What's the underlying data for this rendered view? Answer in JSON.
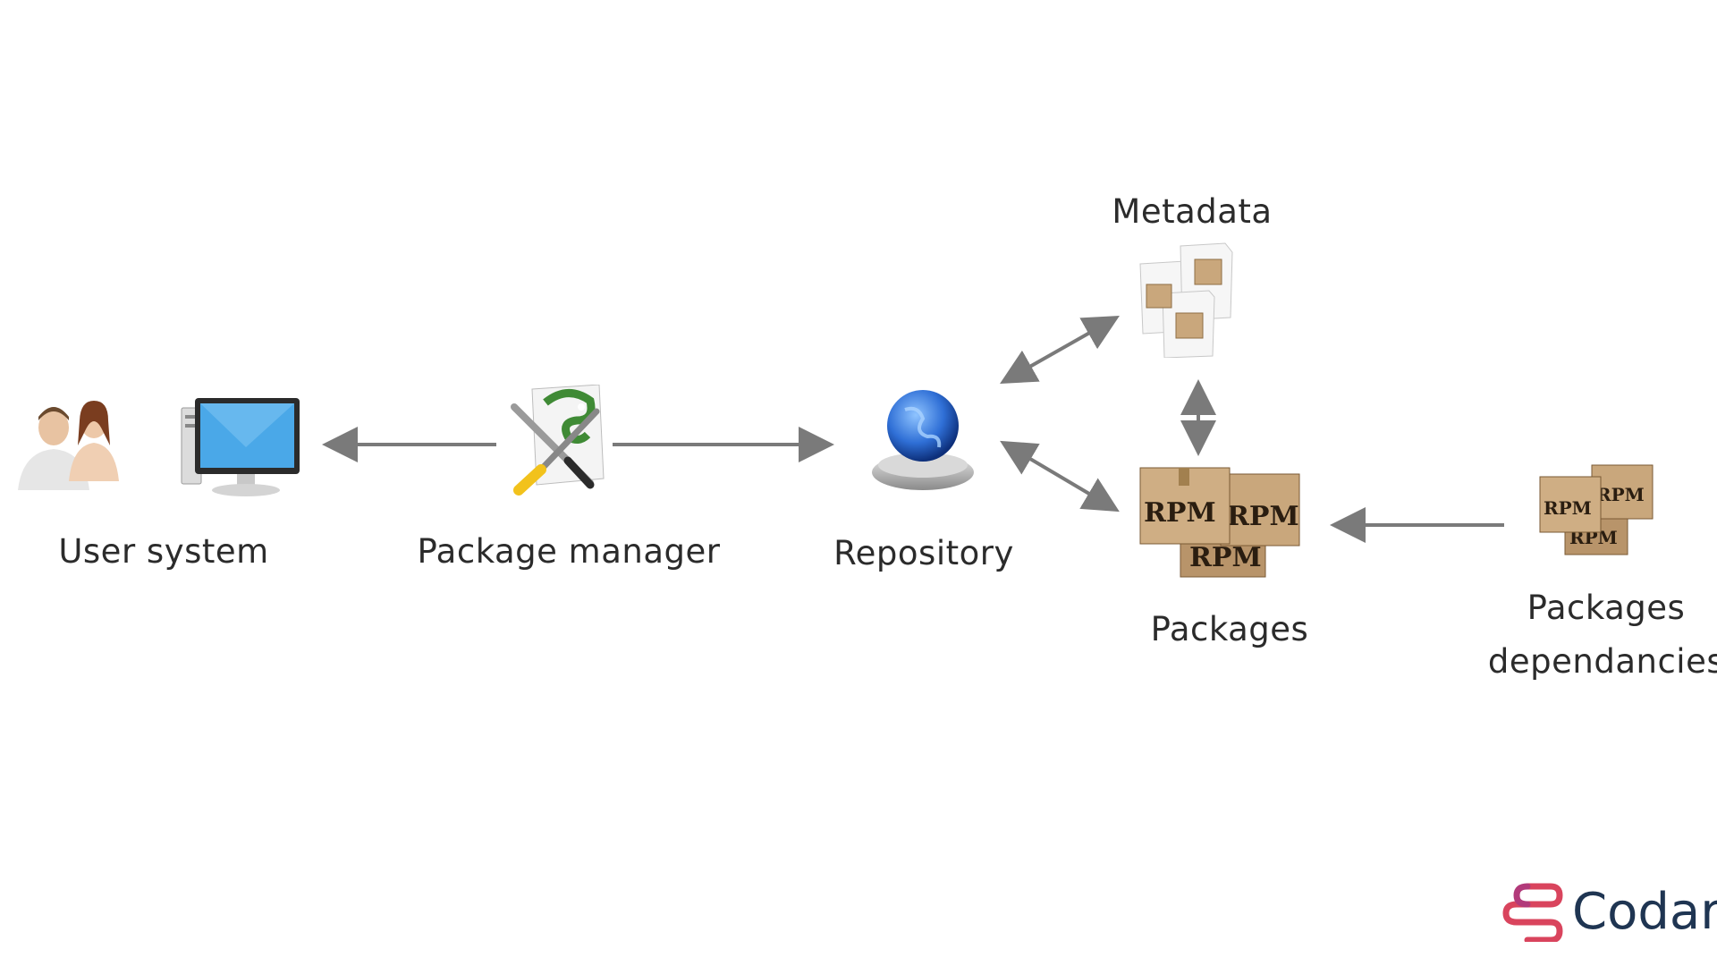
{
  "nodes": {
    "user_system": {
      "label": "User system"
    },
    "package_manager": {
      "label": "Package manager"
    },
    "repository": {
      "label": "Repository"
    },
    "metadata": {
      "label": "Metadata"
    },
    "packages": {
      "label": "Packages",
      "box_text": "RPM"
    },
    "packages_dependencies": {
      "label_line1": "Packages",
      "label_line2": "dependancies",
      "box_text": "RPM"
    }
  },
  "edges": [
    {
      "from": "package_manager",
      "to": "user_system",
      "direction": "one-way"
    },
    {
      "from": "package_manager",
      "to": "repository",
      "direction": "one-way"
    },
    {
      "from": "repository",
      "to": "metadata",
      "direction": "two-way"
    },
    {
      "from": "repository",
      "to": "packages",
      "direction": "two-way"
    },
    {
      "from": "metadata",
      "to": "packages",
      "direction": "two-way"
    },
    {
      "from": "packages_dependencies",
      "to": "packages",
      "direction": "one-way"
    }
  ],
  "logo": {
    "text": "Codar",
    "icon": "codar-logo-icon"
  },
  "colors": {
    "arrow": "#7a7a7a",
    "box": "#c9a77c",
    "globe": "#2f6fd6",
    "monitor": "#4aa8e8",
    "logo_text": "#1f3552",
    "logo_accent": "#d9445d"
  }
}
